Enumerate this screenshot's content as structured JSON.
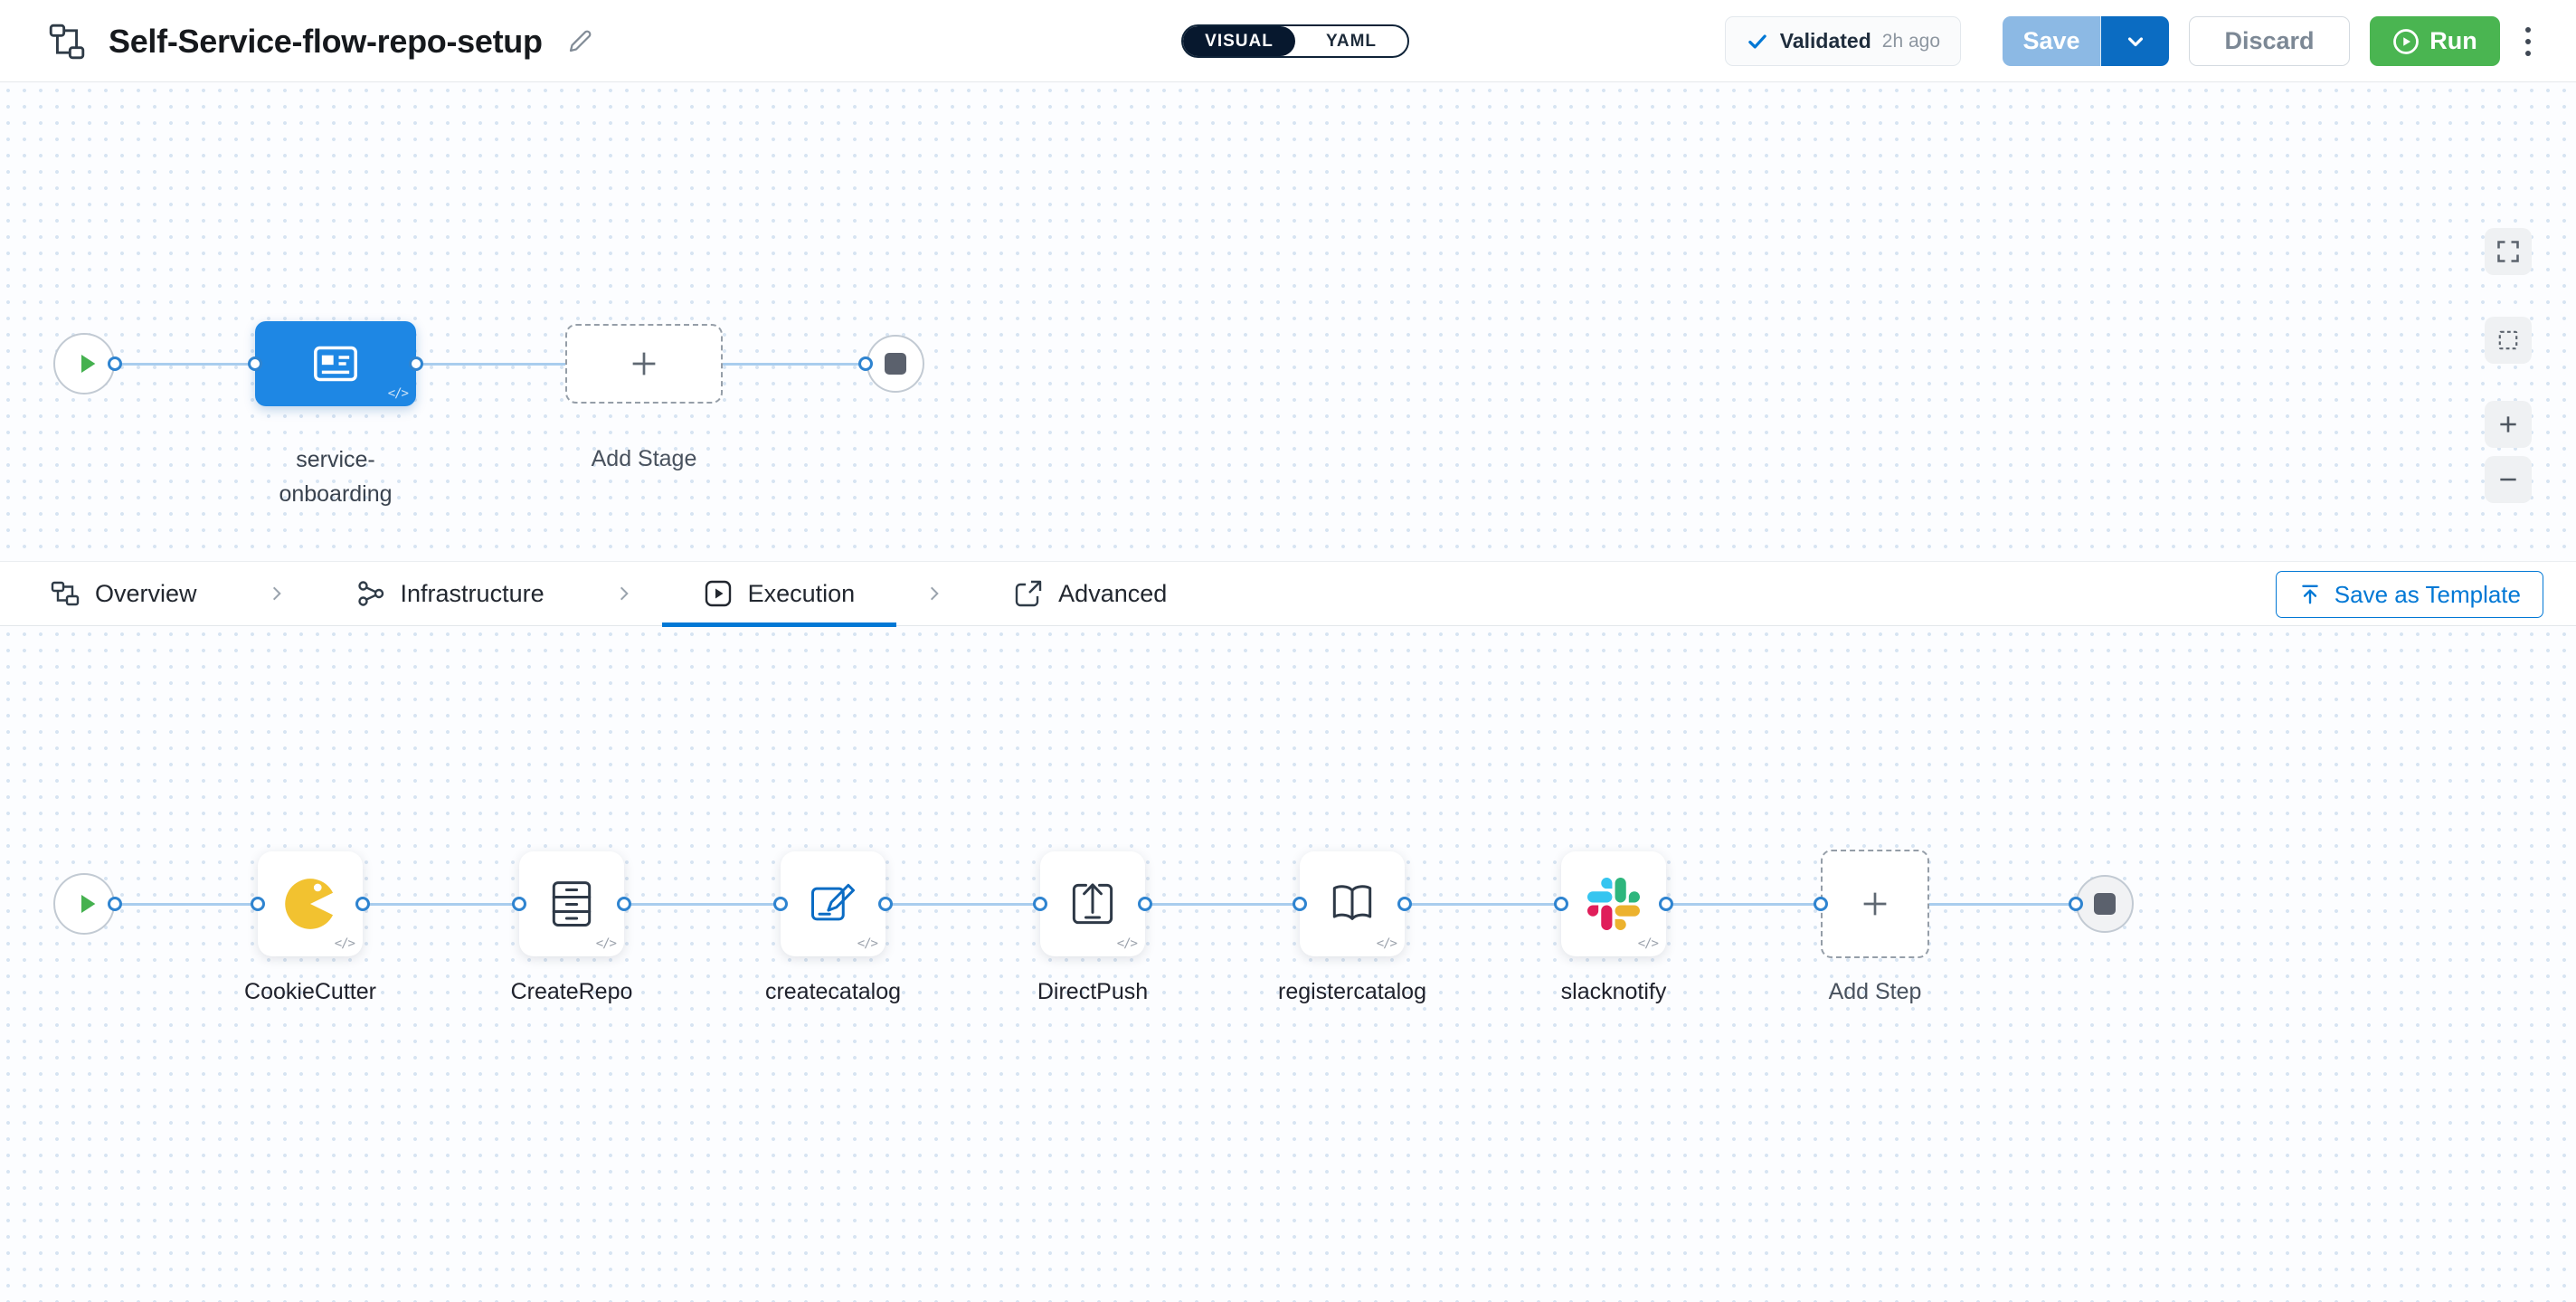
{
  "header": {
    "title": "Self-Service-flow-repo-setup",
    "toggle": {
      "visual": "VISUAL",
      "yaml": "YAML"
    },
    "validated": {
      "label": "Validated",
      "time": "2h ago"
    },
    "save": "Save",
    "discard": "Discard",
    "run": "Run"
  },
  "stage_flow": {
    "stage_name": "service-onboarding",
    "add_stage": "Add Stage"
  },
  "tabs": {
    "overview": "Overview",
    "infrastructure": "Infrastructure",
    "execution": "Execution",
    "advanced": "Advanced",
    "active_tab": "Execution",
    "save_as_template": "Save as Template"
  },
  "execution_flow": {
    "steps": [
      {
        "label": "CookieCutter",
        "icon": "cookiecutter-icon"
      },
      {
        "label": "CreateRepo",
        "icon": "drawer-cabinet-icon"
      },
      {
        "label": "createcatalog",
        "icon": "catalog-edit-icon"
      },
      {
        "label": "DirectPush",
        "icon": "push-upload-icon"
      },
      {
        "label": "registercatalog",
        "icon": "open-book-icon"
      },
      {
        "label": "slacknotify",
        "icon": "slack-icon"
      }
    ],
    "add_step": "Add Step"
  },
  "code_badge": "</>",
  "icons": {
    "check-icon": "✓",
    "chevron-down-icon": "∨",
    "chevron-right-icon": "›",
    "plus-icon": "+",
    "minus-icon": "−",
    "more-options-icon": "⋮",
    "play-icon": "▶",
    "stop-icon": "■",
    "edit-title-icon": "✎",
    "expand-icon": "⛶"
  },
  "colors": {
    "accent_blue": "#0278d5",
    "stage_node_blue": "#1e87e4",
    "run_green": "#4ab551",
    "toggle_dark": "#07182e",
    "line_blue": "#a9cdee",
    "port_blue": "#2f84d0",
    "cookiecutter_yellow": "#f2c230",
    "slack": [
      "#36c5f0",
      "#2eb67d",
      "#ecb22e",
      "#e01e5a"
    ]
  }
}
